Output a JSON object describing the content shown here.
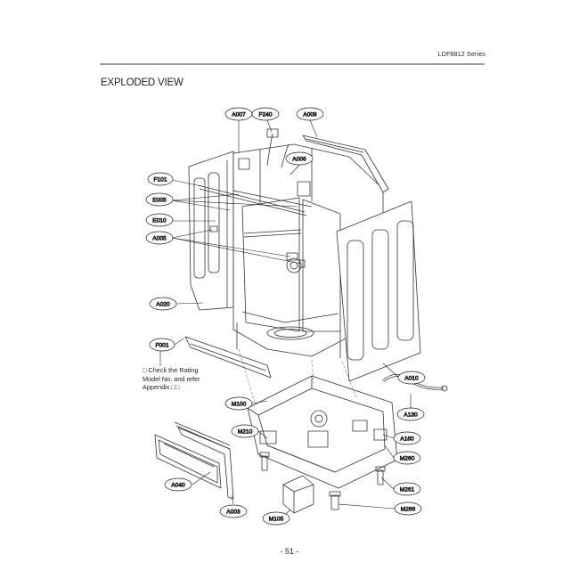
{
  "header": {
    "series": "LDF8812 Series"
  },
  "title": "EXPLODED VIEW",
  "note_lines": [
    "□ Check the Rating",
    "Model No. and refer",
    "Appendix.□□"
  ],
  "callouts": {
    "A007": "A007",
    "F240": "F240",
    "A008": "A008",
    "A006": "A006",
    "F101": "F101",
    "E005": "E005",
    "E010": "E010",
    "A005": "A005",
    "A020": "A020",
    "F001": "F001",
    "A010": "A010",
    "M100": "M100",
    "A130": "A130",
    "M210": "M210",
    "A160": "A160",
    "M260": "M260",
    "A040": "A040",
    "M261": "M261",
    "A003": "A003",
    "M266": "M266",
    "M105": "M105"
  },
  "colors": {
    "callout_highlight": "#e0146e",
    "rule": "#9a9a9a"
  },
  "page_number": "- 51 -"
}
